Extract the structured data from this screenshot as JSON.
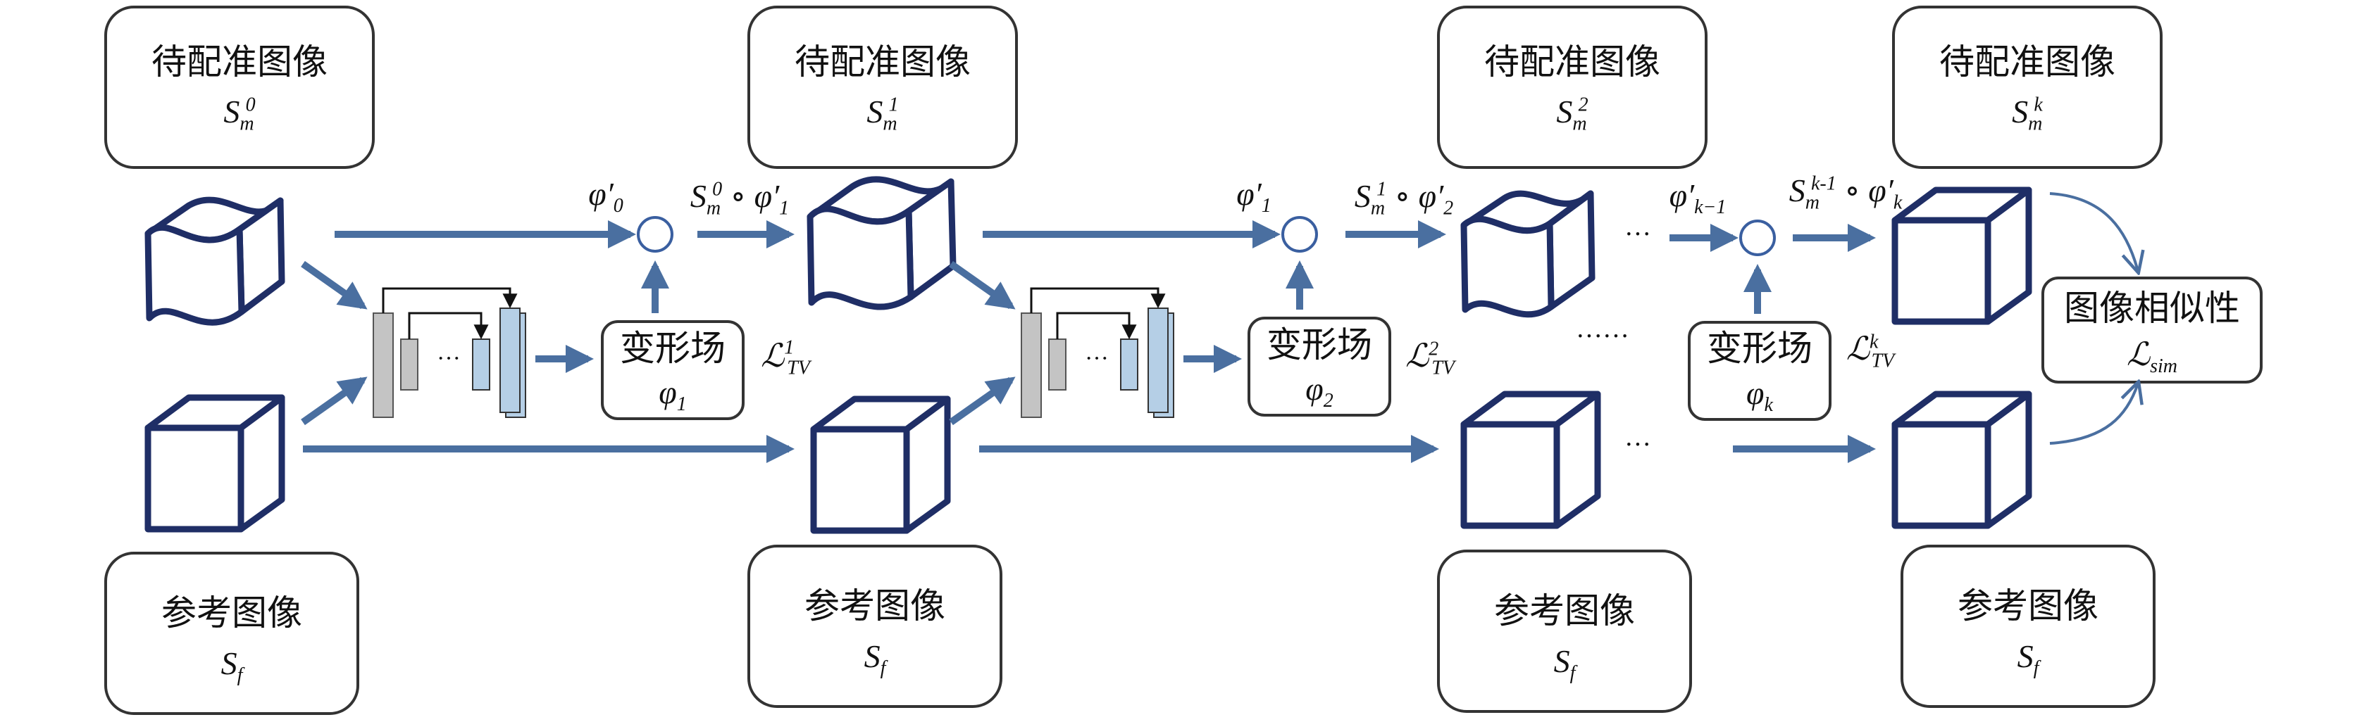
{
  "stages": [
    {
      "moving_title": "待配准图像",
      "moving_sym": "S",
      "moving_sup": "0",
      "moving_sub": "m",
      "fixed_title": "参考图像",
      "fixed_sym": "S",
      "fixed_sub": "f"
    },
    {
      "moving_title": "待配准图像",
      "moving_sym": "S",
      "moving_sup": "1",
      "moving_sub": "m",
      "fixed_title": "参考图像",
      "fixed_sym": "S",
      "fixed_sub": "f"
    },
    {
      "moving_title": "待配准图像",
      "moving_sym": "S",
      "moving_sup": "2",
      "moving_sub": "m",
      "fixed_title": "参考图像",
      "fixed_sym": "S",
      "fixed_sub": "f"
    },
    {
      "moving_title": "待配准图像",
      "moving_sym": "S",
      "moving_sup": "k",
      "moving_sub": "m",
      "fixed_title": "参考图像",
      "fixed_sym": "S",
      "fixed_sub": "f"
    }
  ],
  "fields": [
    {
      "title": "变形场",
      "sym": "φ",
      "sub": "1",
      "loss_sym": "ℒ",
      "loss_sub": "TV",
      "loss_sup": "1"
    },
    {
      "title": "变形场",
      "sym": "φ",
      "sub": "2",
      "loss_sym": "ℒ",
      "loss_sub": "TV",
      "loss_sup": "2"
    },
    {
      "title": "变形场",
      "sym": "φ",
      "sub": "k",
      "loss_sym": "ℒ",
      "loss_sub": "TV",
      "loss_sup": "k"
    }
  ],
  "compose_inputs": [
    {
      "sym": "φ′",
      "sub": "0"
    },
    {
      "sym": "φ′",
      "sub": "1"
    },
    {
      "sym": "φ′",
      "sub": "k−1"
    }
  ],
  "warped_labels": [
    {
      "s": "S",
      "s_sup": "0",
      "s_sub": "m",
      "op": "∘",
      "phi": "φ′",
      "phi_sub": "1"
    },
    {
      "s": "S",
      "s_sup": "1",
      "s_sub": "m",
      "op": "∘",
      "phi": "φ′",
      "phi_sub": "2"
    },
    {
      "s": "S",
      "s_sup": "k-1",
      "s_sub": "m",
      "op": "∘",
      "phi": "φ′",
      "phi_sub": "k"
    }
  ],
  "similarity": {
    "title": "图像相似性",
    "sym": "ℒ",
    "sub": "sim"
  },
  "ellipsis": {
    "short": "···",
    "long": "······"
  },
  "colors": {
    "arrow": "#4a6fa0",
    "shape": "#1f2e66",
    "box_border": "#333333",
    "net_gray": "#c4c4c4",
    "net_blue": "#b5cfe6",
    "circle": "#3a5fa0"
  }
}
